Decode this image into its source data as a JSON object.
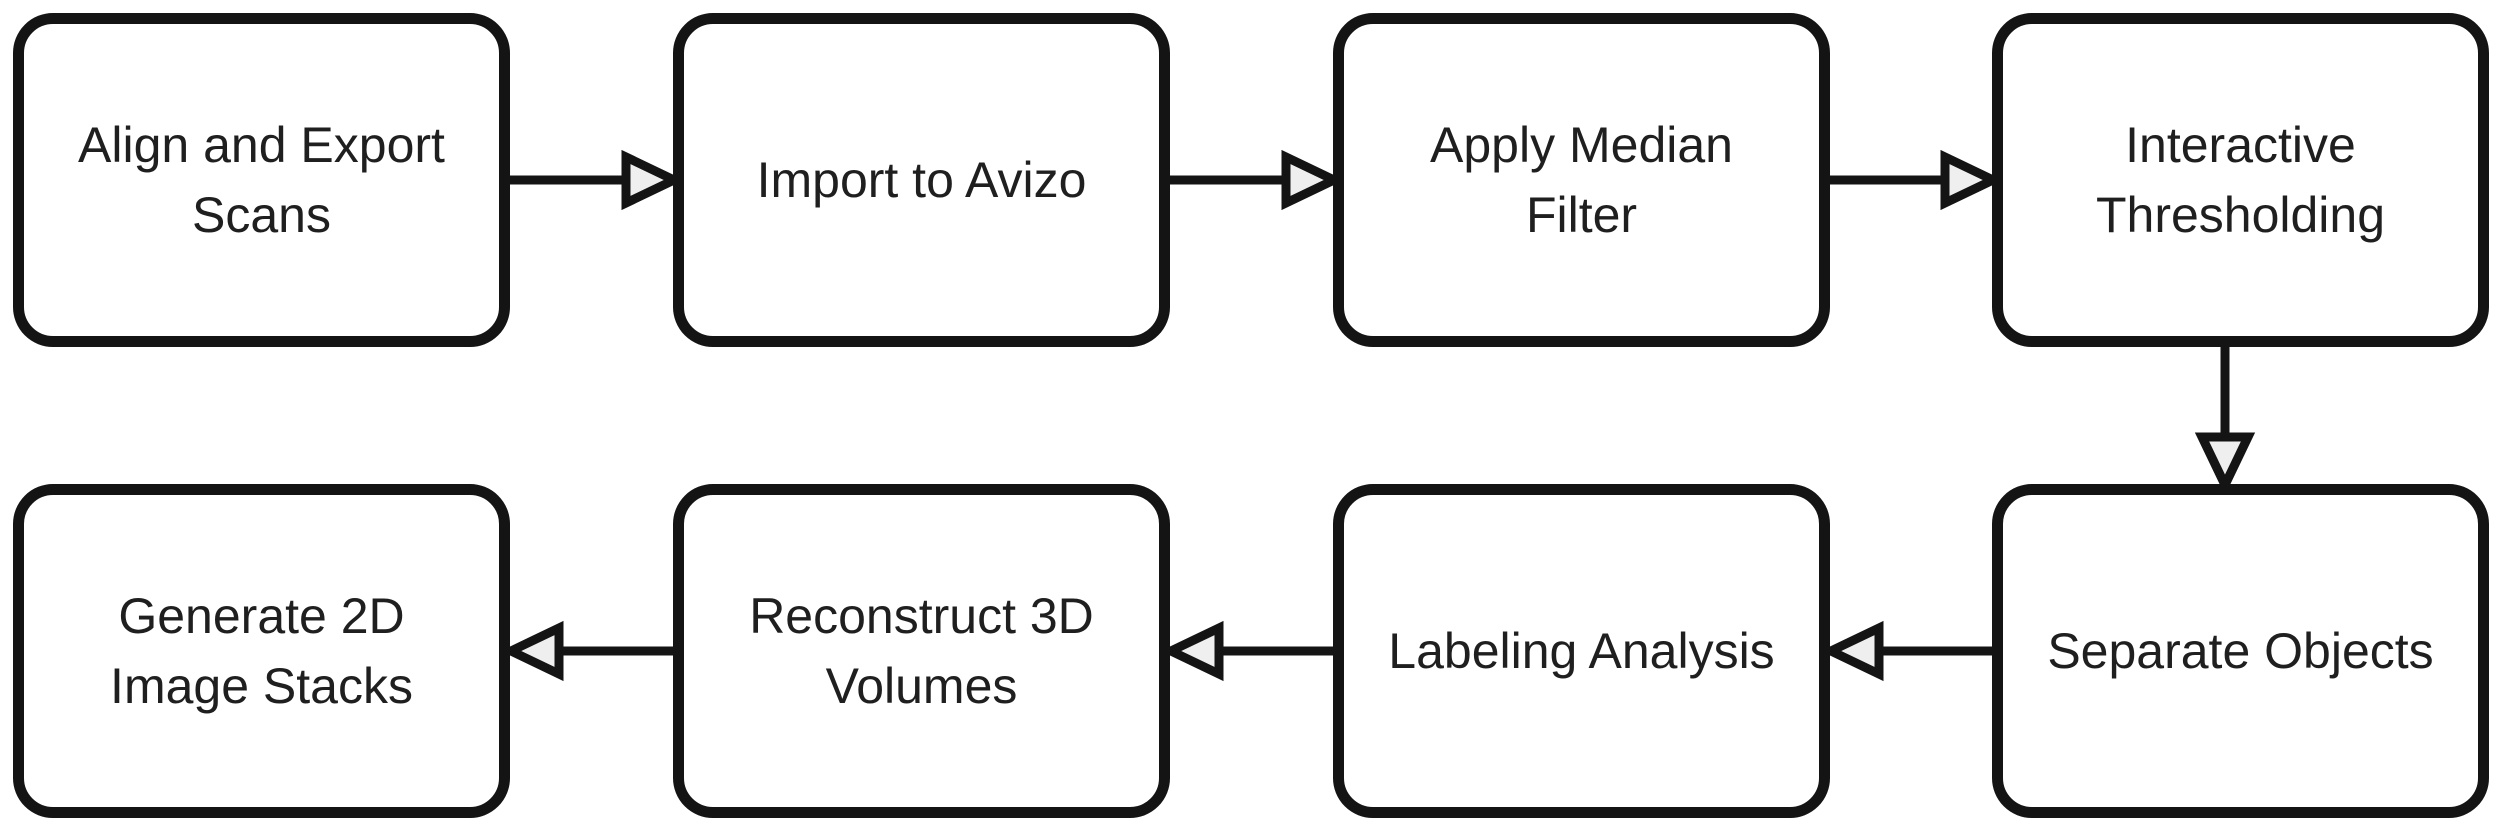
{
  "diagram": {
    "type": "flowchart",
    "background": "#ffffff",
    "nodes": [
      {
        "id": "align-and-export-scans",
        "label": "Align and Export\nScans",
        "row": 1,
        "col": 1
      },
      {
        "id": "import-to-avizo",
        "label": "Import to Avizo",
        "row": 1,
        "col": 2
      },
      {
        "id": "apply-median-filter",
        "label": "Apply Median\nFilter",
        "row": 1,
        "col": 3
      },
      {
        "id": "interactive-thresholding",
        "label": "Interactive\nThresholding",
        "row": 1,
        "col": 4
      },
      {
        "id": "separate-objects",
        "label": "Separate Objects",
        "row": 2,
        "col": 4
      },
      {
        "id": "labeling-analysis",
        "label": "Labeling Analysis",
        "row": 2,
        "col": 3
      },
      {
        "id": "reconstruct-3d-volumes",
        "label": "Reconstruct 3D\nVolumes",
        "row": 2,
        "col": 2
      },
      {
        "id": "generate-2d-image-stacks",
        "label": "Generate 2D\nImage Stacks",
        "row": 2,
        "col": 1
      }
    ],
    "edges": [
      {
        "from": "align-and-export-scans",
        "to": "import-to-avizo",
        "direction": "right"
      },
      {
        "from": "import-to-avizo",
        "to": "apply-median-filter",
        "direction": "right"
      },
      {
        "from": "apply-median-filter",
        "to": "interactive-thresholding",
        "direction": "right"
      },
      {
        "from": "interactive-thresholding",
        "to": "separate-objects",
        "direction": "down"
      },
      {
        "from": "separate-objects",
        "to": "labeling-analysis",
        "direction": "left"
      },
      {
        "from": "labeling-analysis",
        "to": "reconstruct-3d-volumes",
        "direction": "left"
      },
      {
        "from": "reconstruct-3d-volumes",
        "to": "generate-2d-image-stacks",
        "direction": "left"
      }
    ],
    "colors": {
      "node_border": "#141414",
      "node_fill": "#ffffff",
      "text": "#1f1f1f",
      "arrow_line": "#141414",
      "arrowhead_fill": "#efefef"
    }
  }
}
